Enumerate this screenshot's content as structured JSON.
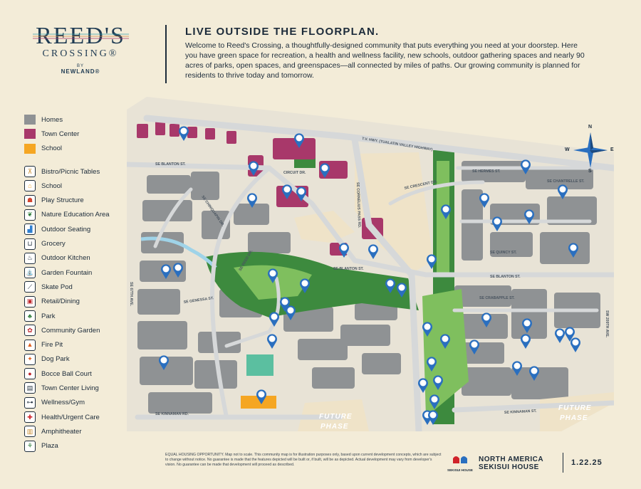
{
  "brand": {
    "name": "REED'S",
    "sub": "CROSSING®",
    "by": "BY",
    "developer": "NEWLAND®"
  },
  "headline": "LIVE OUTSIDE THE FLOORPLAN.",
  "intro": "Welcome to Reed's Crossing, a thoughtfully-designed community that puts everything you need at your doorstep. Here you have green space for recreation, a health and wellness facility, new schools, outdoor gathering spaces and nearly 90 acres of parks, open spaces, and greenspaces—all connected by miles of paths. Our growing community is planned for residents to thrive today and tomorrow.",
  "legend": {
    "zones": [
      {
        "label": "Homes",
        "color": "#8f9294"
      },
      {
        "label": "Town Center",
        "color": "#a8386a"
      },
      {
        "label": "School",
        "color": "#f5a623"
      }
    ],
    "amenities": [
      {
        "label": "Bistro/Picnic Tables",
        "icon": "picnic-table-icon",
        "glyph": "⊼",
        "color": "#c98a2a"
      },
      {
        "label": "School",
        "icon": "school-icon",
        "glyph": "⌂",
        "color": "#f5a623"
      },
      {
        "label": "Play Structure",
        "icon": "play-structure-icon",
        "glyph": "☗",
        "color": "#d2452f"
      },
      {
        "label": "Nature Education Area",
        "icon": "leaf-icon",
        "glyph": "❦",
        "color": "#2f7d3a"
      },
      {
        "label": "Outdoor Seating",
        "icon": "chair-icon",
        "glyph": "▟",
        "color": "#2f7fd0"
      },
      {
        "label": "Grocery",
        "icon": "cart-icon",
        "glyph": "⊔",
        "color": "#1c2b3a"
      },
      {
        "label": "Outdoor Kitchen",
        "icon": "grill-icon",
        "glyph": "♨",
        "color": "#1c2b3a"
      },
      {
        "label": "Garden Fountain",
        "icon": "fountain-icon",
        "glyph": "⛲",
        "color": "#2f7fd0"
      },
      {
        "label": "Skate Pod",
        "icon": "skateboard-icon",
        "glyph": "⟋",
        "color": "#1c2b3a"
      },
      {
        "label": "Retail/Dining",
        "icon": "shopping-bag-icon",
        "glyph": "▣",
        "color": "#c0282d"
      },
      {
        "label": "Park",
        "icon": "tree-icon",
        "glyph": "♣",
        "color": "#2f7d3a"
      },
      {
        "label": "Community Garden",
        "icon": "garden-icon",
        "glyph": "✿",
        "color": "#c0282d"
      },
      {
        "label": "Fire Pit",
        "icon": "fire-icon",
        "glyph": "▲",
        "color": "#e0601f"
      },
      {
        "label": "Dog Park",
        "icon": "dog-icon",
        "glyph": "✦",
        "color": "#e0601f"
      },
      {
        "label": "Bocce Ball Court",
        "icon": "bocce-icon",
        "glyph": "●",
        "color": "#c0282d"
      },
      {
        "label": "Town Center Living",
        "icon": "building-icon",
        "glyph": "▤",
        "color": "#1c2b3a"
      },
      {
        "label": "Wellness/Gym",
        "icon": "dumbbell-icon",
        "glyph": "⊶",
        "color": "#1c2b3a"
      },
      {
        "label": "Health/Urgent Care",
        "icon": "health-cross-icon",
        "glyph": "✚",
        "color": "#d0232a"
      },
      {
        "label": "Amphitheater",
        "icon": "amphitheater-icon",
        "glyph": "▥",
        "color": "#c98a2a"
      },
      {
        "label": "Plaza",
        "icon": "plaza-icon",
        "glyph": "⚘",
        "color": "#2f7d3a"
      }
    ]
  },
  "streets": {
    "highway": "T.V. HWY. (TUALATIN VALLEY HIGHWAY)",
    "blanton_w": "SE BLANTON ST.",
    "blanton_c": "SE BLANTON ST.",
    "blanton_e": "SE BLANTON ST.",
    "circuit": "CIRCUIT DR.",
    "cornelius_pass": "SE CORNELIUS PASS RD.",
    "crescent": "SE CRESCENT DR.",
    "hermes": "SE HERMES ST.",
    "chantrelle": "SE CHANTRELLE ST.",
    "quincy": "SE QUINCY ST.",
    "crabapple": "SE CRABAPPLE ST.",
    "kinnaman_w": "SE KINNAMAN RD.",
    "kinnaman_e": "SE KINNAMAN ST.",
    "ave_67": "SE 67TH AVE.",
    "ave_209": "SW 209TH AVE.",
    "reed": "SE REED DR.",
    "chinquapin": "SE CHINQUAPIN DR.",
    "genessa": "SE GENESSA ST."
  },
  "future_phase": [
    "FUTURE",
    "PHASE"
  ],
  "compass": {
    "n": "N",
    "s": "S",
    "e": "E",
    "w": "W"
  },
  "footer": {
    "disclaimer": "EQUAL HOUSING OPPORTUNITY. Map not to scale. This community map is for illustration purposes only, based upon current development concepts, which are subject to change without notice. No guarantee is made that the features depicted will be built or, if built, will be as depicted. Actual development may vary from developer's vision. No guarantee can be made that development will proceed as described.",
    "sekisui_small": "SEKISUI HOUSE",
    "partner_line1": "NORTH AMERICA",
    "partner_line2": "SEKISUI HOUSE",
    "date": "1.22.25"
  },
  "colors": {
    "background": "#f3ecd8",
    "road": "#d6d8d9",
    "homes": "#8f9294",
    "green": "#3d8a3e",
    "light_green": "#7fbf5e",
    "town_center": "#a8386a",
    "school": "#f5a623",
    "pin": "#2a6fbf",
    "future": "#efe3c8",
    "water": "#9fd3e8"
  }
}
